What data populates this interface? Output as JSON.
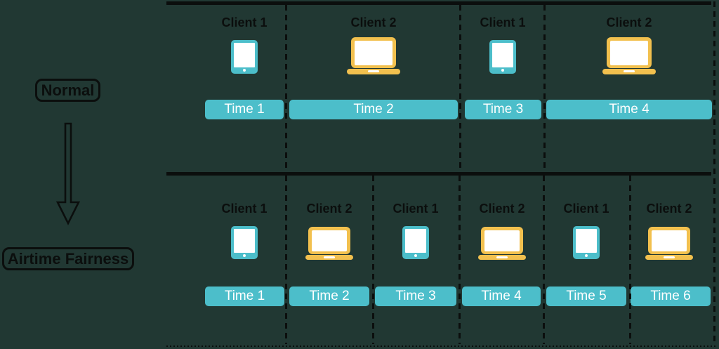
{
  "diagram": {
    "left_panel": {
      "normal_label": "Normal",
      "fairness_label": "Airtime Fairness",
      "arrow_icon": "down-arrow"
    },
    "colors": {
      "background": "#213833",
      "teal": "#4CBECA",
      "yellow": "#F2C04E",
      "ink": "#0b0e0d",
      "white": "#ffffff"
    },
    "rows": [
      {
        "id": "normal",
        "slots": [
          {
            "client": "Client 1",
            "device": "tablet",
            "time": "Time 1"
          },
          {
            "client": "Client 2",
            "device": "laptop",
            "time": "Time 2"
          },
          {
            "client": "Client 1",
            "device": "tablet",
            "time": "Time 3"
          },
          {
            "client": "Client 2",
            "device": "laptop",
            "time": "Time 4"
          }
        ]
      },
      {
        "id": "airtime_fairness",
        "slots": [
          {
            "client": "Client 1",
            "device": "tablet",
            "time": "Time 1"
          },
          {
            "client": "Client 2",
            "device": "laptop",
            "time": "Time 2"
          },
          {
            "client": "Client 1",
            "device": "tablet",
            "time": "Time 3"
          },
          {
            "client": "Client 2",
            "device": "laptop",
            "time": "Time 4"
          },
          {
            "client": "Client 1",
            "device": "tablet",
            "time": "Time 5"
          },
          {
            "client": "Client 2",
            "device": "laptop",
            "time": "Time 6"
          }
        ]
      }
    ]
  }
}
